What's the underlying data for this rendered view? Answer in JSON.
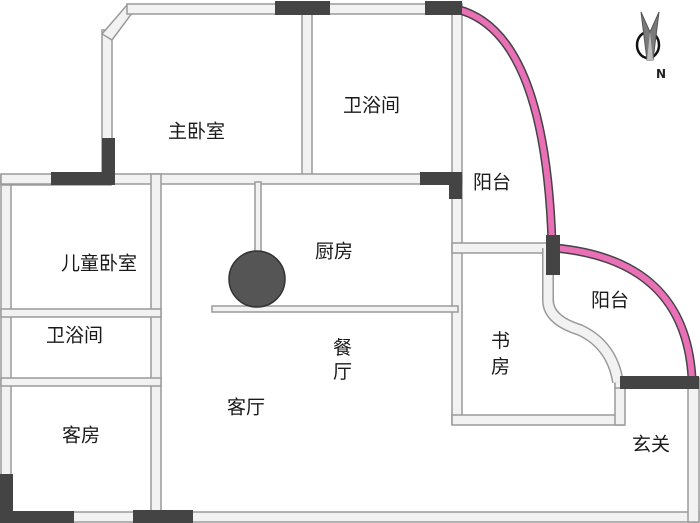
{
  "rooms": {
    "master_bedroom": "主卧室",
    "bathroom_top": "卫浴间",
    "balcony_upper": "阳台",
    "childrens_room": "儿童卧室",
    "kitchen": "厨房",
    "bathroom_left": "卫浴间",
    "dining": [
      "餐",
      "厅"
    ],
    "living_room": "客厅",
    "guest_room": "客房",
    "study": [
      "书",
      "房"
    ],
    "balcony_lower": "阳台",
    "entrance": "玄关"
  },
  "compass": {
    "letter": "N"
  },
  "colors": {
    "wall_fill": "#f2f2f2",
    "wall_edge": "#9a9a9a",
    "door_block": "#444444",
    "balcony_rail": "#e96fb6",
    "column": "#555555"
  }
}
